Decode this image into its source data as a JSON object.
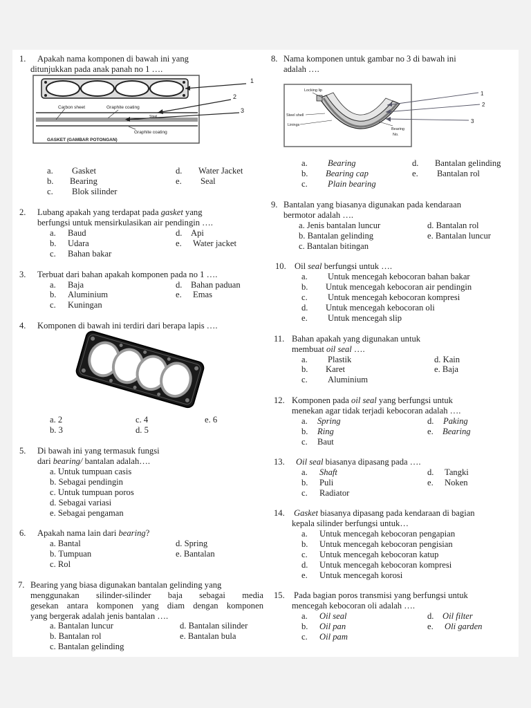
{
  "colors": {
    "page": "#ffffff",
    "background": "#f2f2f2",
    "text": "#222222"
  },
  "q1": {
    "num": "1.",
    "line1": "Apakah nama komponen di bawah ini yang",
    "line2": "ditunjukkan pada anak panah no 1 ….",
    "figure": {
      "carbon": "Carbon sheet",
      "graphite": "Graphite coating",
      "steel": "Steel",
      "graphite2": "Graphite coating",
      "caption": "GASKET (GAMBAR POTONGAN)",
      "n1": "1",
      "n2": "2",
      "n3": "3"
    },
    "options": [
      {
        "l": "a.",
        "t": "Gasket"
      },
      {
        "l": "d.",
        "t": "Water Jacket"
      },
      {
        "l": "b.",
        "t": "Bearing"
      },
      {
        "l": "e.",
        "t": "Seal"
      },
      {
        "l": "c.",
        "t": "Blok silinder"
      }
    ]
  },
  "q2": {
    "num": "2.",
    "a": "Lubang apakah yang terdapat pada ",
    "b": "gasket",
    "c": " yang",
    "line2": "berfungsi untuk mensirkulasikan air pendingin ….",
    "options": [
      {
        "l": "a.",
        "t": "Baud"
      },
      {
        "l": "d.",
        "t": "Api"
      },
      {
        "l": "b.",
        "t": "Udara"
      },
      {
        "l": "e.",
        "t": "Water jacket"
      },
      {
        "l": "c.",
        "t": "Bahan bakar"
      }
    ]
  },
  "q3": {
    "num": "3.",
    "line1": "Terbuat dari bahan apakah komponen pada no 1 ….",
    "options": [
      {
        "l": "a.",
        "t": "Baja"
      },
      {
        "l": "d.",
        "t": "Bahan paduan"
      },
      {
        "l": "b.",
        "t": "Aluminium"
      },
      {
        "l": "e.",
        "t": "Emas"
      },
      {
        "l": "c.",
        "t": "Kuningan"
      }
    ]
  },
  "q4": {
    "num": "4.",
    "line1": "Komponen di bawah ini terdiri dari berapa lapis ….",
    "options": [
      {
        "t": "a.   2"
      },
      {
        "t": "c. 4"
      },
      {
        "t": "e. 6"
      },
      {
        "t": "b.   3"
      },
      {
        "t": "d. 5"
      }
    ]
  },
  "q5": {
    "num": "5.",
    "line1": "Di bawah ini yang termasuk fungsi",
    "a": "dari ",
    "b": "bearing/",
    "c": " bantalan adalah….",
    "options": [
      {
        "t": "a. Untuk tumpuan casis"
      },
      {
        "t": "b. Sebagai pendingin"
      },
      {
        "t": "c. Untuk tumpuan poros"
      },
      {
        "t": "d.  Sebagai variasi"
      },
      {
        "t": "e.  Sebagai pengaman"
      }
    ]
  },
  "q6": {
    "num": "6.",
    "a": "Apakah nama lain dari ",
    "b": "bearing",
    "c": "?",
    "options": [
      {
        "t": "a. Bantal"
      },
      {
        "t": "d.  Spring"
      },
      {
        "t": "b. Tumpuan"
      },
      {
        "t": "e.  Bantalan"
      },
      {
        "t": "c.  Rol"
      }
    ]
  },
  "q7": {
    "num": "7.",
    "line1": "Bearing yang biasa digunakan bantalan gelinding yang",
    "line2": "menggunakan silinder-silinder baja sebagai media",
    "line3": "gesekan antara komponen yang diam dengan komponen",
    "line4": "yang bergerak adalah jenis bantalan ….",
    "options": [
      {
        "t": "a. Bantalan luncur"
      },
      {
        "t": "d. Bantalan silinder"
      },
      {
        "t": "b. Bantalan rol"
      },
      {
        "t": "e. Bantalan bula"
      },
      {
        "t": "c. Bantalan gelinding"
      }
    ]
  },
  "q8": {
    "num": "8.",
    "line1": "Nama komponen untuk gambar no 3 di bawah ini",
    "line2": "adalah ….",
    "figure": {
      "lip": "Locking lip",
      "shell": "Steel shell",
      "linings": "Linings",
      "bearing": "Bearing",
      "no": "No.",
      "n1": "1",
      "n2": "2",
      "n3": "3"
    },
    "options": [
      {
        "l": "a.",
        "t": "Bearing"
      },
      {
        "l": "d.",
        "t": "Bantalan gelinding"
      },
      {
        "l": "b.",
        "t": "Bearing cap"
      },
      {
        "l": "e.",
        "t": "Bantalan rol"
      },
      {
        "l": "c.",
        "t": "Plain bearing"
      }
    ]
  },
  "q9": {
    "num": "9.",
    "line1": "Bantalan yang biasanya digunakan pada kendaraan",
    "line2": "bermotor adalah ….",
    "options": [
      {
        "t": "a.  Jenis bantalan luncur"
      },
      {
        "t": "d.   Bantalan rol"
      },
      {
        "t": "b.  Bantalan gelinding"
      },
      {
        "t": "e.   Bantalan luncur"
      },
      {
        "t": "c.  Bantalan bitingan"
      }
    ]
  },
  "q10": {
    "num": "10.",
    "a": "Oil ",
    "b": "seal",
    "c": " berfungsi untuk ….",
    "options": [
      {
        "l": "a.",
        "t": "Untuk mencegah kebocoran bahan bakar"
      },
      {
        "l": "b.",
        "t": "Untuk mencegah kebocoran air pendingin"
      },
      {
        "l": "c.",
        "t": "Untuk mencegah kebocoran kompresi"
      },
      {
        "l": "d.",
        "t": "Untuk mencegah kebocoran oli"
      },
      {
        "l": "e.",
        "t": "Untuk mencegah slip"
      }
    ]
  },
  "q11": {
    "num": "11.",
    "line1": "Bahan apakah yang digunakan untuk",
    "a": "membuat ",
    "b": "oil seal",
    "c": " ….",
    "options": [
      {
        "l": "a.",
        "t": "Plastik"
      },
      {
        "t": "d. Kain"
      },
      {
        "l": "b.",
        "t": "Karet"
      },
      {
        "t": "e. Baja"
      },
      {
        "l": "c.",
        "t": "Aluminium"
      }
    ]
  },
  "q12": {
    "num": "12.",
    "a": "Komponen pada ",
    "b": "oil seal",
    "c": " yang berfungsi untuk",
    "line2": "menekan agar tidak terjadi kebocoran adalah ….",
    "options": [
      {
        "l": "a.",
        "t": "Spring"
      },
      {
        "l": "d.",
        "t": "Paking"
      },
      {
        "l": "b.",
        "t": "Ring"
      },
      {
        "l": "e.",
        "t": "Bearing"
      },
      {
        "l": "c.",
        "t": "Baut"
      }
    ]
  },
  "q13": {
    "num": "13.",
    "b": "Oil seal",
    "c": " biasanya dipasang pada ….",
    "options": [
      {
        "l": "a.",
        "t": "Shaft"
      },
      {
        "l": "d.",
        "t": "Tangki"
      },
      {
        "l": "b.",
        "t": "Puli"
      },
      {
        "l": "e.",
        "t": "Noken"
      },
      {
        "l": "c.",
        "t": "Radiator"
      }
    ]
  },
  "q14": {
    "num": "14.",
    "b": "Gasket",
    "c": " biasanya dipasang pada kendaraan di bagian",
    "line2": "kepala silinder berfungsi untuk…",
    "options": [
      {
        "l": "a.",
        "t": "Untuk mencegah kebocoran pengapian"
      },
      {
        "l": "b.",
        "t": "Untuk mencegah kebocoran pengisian"
      },
      {
        "l": "c.",
        "t": "Untuk mencegah kebocoran katup"
      },
      {
        "l": "d.",
        "t": "Untuk mencegah kebocoran kompresi"
      },
      {
        "l": "e.",
        "t": "Untuk mencegah korosi"
      }
    ]
  },
  "q15": {
    "num": "15.",
    "line1": "Pada bagian poros transmisi yang berfungsi untuk",
    "line2": "mencegah kebocoran oli adalah ….",
    "options": [
      {
        "l": "a.",
        "t": "Oil seal"
      },
      {
        "l": "d.",
        "t": "Oil filter"
      },
      {
        "l": "b.",
        "t": "Oil pan"
      },
      {
        "l": "e.",
        "t": "Oli garden"
      },
      {
        "l": "c.",
        "t": "Oil pam"
      }
    ]
  }
}
